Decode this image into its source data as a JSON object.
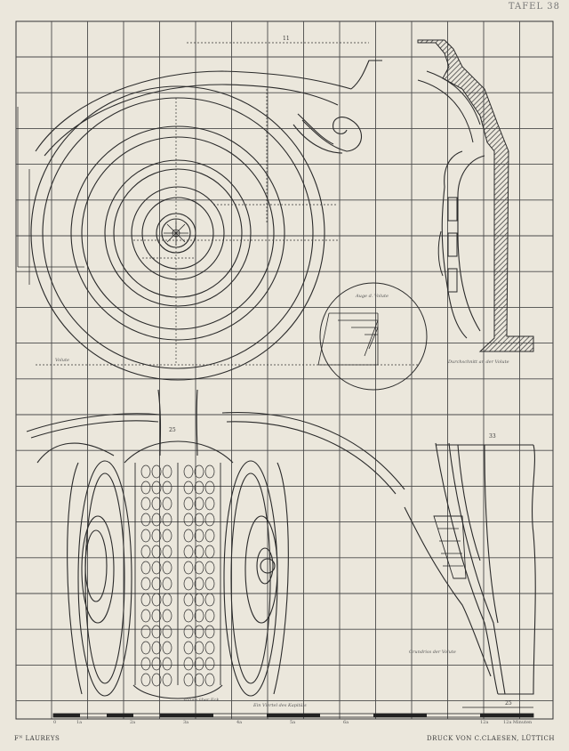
{
  "plate_number": "TAFEL 38",
  "author": "Fᴺ LAUREYS",
  "printer": "DRUCK VON C.CLAESEN, LÜTTICH",
  "captions": {
    "volute_label": "Volute",
    "eye_of_volute": "Auge d. Volute",
    "volute_section": "Durchschnitt an der Volute",
    "side_view": "Volute über Eck",
    "quarter_view": "Ein Viertel des Kapitäls",
    "volute_plan": "Grundriss der Volute"
  },
  "dimensions": {
    "top_width": "11",
    "right_width": "33",
    "scale_span": "25",
    "scale_ticks": [
      "0",
      "1a",
      "2a",
      "3a",
      "4a",
      "5a",
      "6a",
      "12a"
    ],
    "scale_unit": "12a Minuten"
  },
  "colors": {
    "paper": "#ebe7dc",
    "ink": "#2a2a2a",
    "grid": "#4a4a4a",
    "hatch": "#5a5a5a"
  }
}
